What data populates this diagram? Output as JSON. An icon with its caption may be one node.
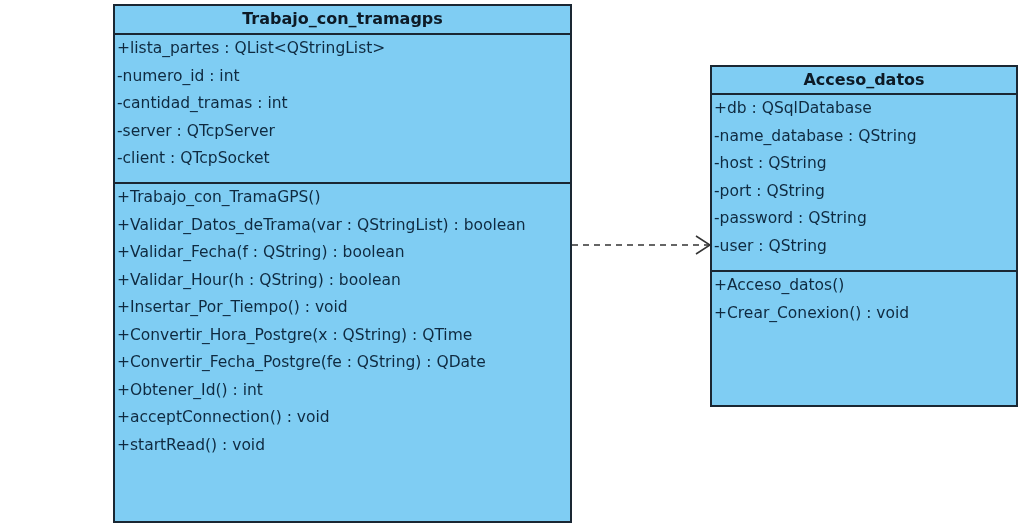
{
  "diagram": {
    "nodes": [
      {
        "text": [
          "Trabajo_con_tramagps"
        ]
      },
      {
        "text": [
          "+lista_partes : QList<QStringList>",
          "-numero_id : int",
          "-cantidad_tramas : int",
          "-server : QTcpServer",
          "-client : QTcpSocket"
        ],
        "in": 0
      },
      {
        "text": [
          "+Trabajo_con_TramaGPS()",
          "+Validar_Datos_deTrama(var : QStringList) : boolean",
          "+Validar_Fecha(f : QString) : boolean",
          "+Validar_Hour(h : QString) : boolean",
          "+Insertar_Por_Tiempo() : void",
          "+Convertir_Hora_Postgre(x : QString) : QTime",
          "+Convertir_Fecha_Postgre(fe : QString) : QDate",
          "+Obtener_Id() : int",
          "+acceptConnection() : void",
          "+startRead() : void"
        ],
        "in": 0
      },
      {
        "text": [
          "Acceso_datos"
        ]
      },
      {
        "text": [
          "+db : QSqlDatabase",
          "-name_database : QString",
          "-host : QString",
          "-port : QString",
          "-password : QString",
          "-user : QString"
        ],
        "in": 3
      },
      {
        "text": [
          "+Acceso_datos()",
          "+Crear_Conexion() : void"
        ],
        "in": 3
      }
    ],
    "edges": [
      {
        "from": 0,
        "to": 3,
        "arrow": "to",
        "style": "dashed"
      }
    ]
  }
}
